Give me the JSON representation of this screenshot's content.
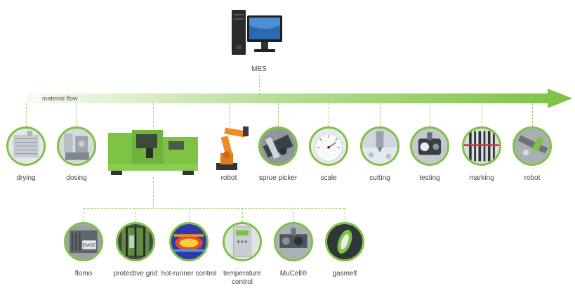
{
  "mes": {
    "label": "MES",
    "icon": "desktop-computer-icon"
  },
  "flow": {
    "label": "material flow",
    "color": "#7dc242"
  },
  "main_steps": [
    {
      "label": "drying",
      "icon": "dryer-unit-icon"
    },
    {
      "label": "dosing",
      "icon": "dosing-unit-icon"
    },
    {
      "label": "",
      "icon": "injection-molding-machine-icon"
    },
    {
      "label": "robot",
      "icon": "industrial-robot-arm-icon"
    },
    {
      "label": "sprue picker",
      "icon": "sprue-picker-icon"
    },
    {
      "label": "scale",
      "icon": "scale-dial-icon"
    },
    {
      "label": "cutting",
      "icon": "cutting-tool-icon"
    },
    {
      "label": "testing",
      "icon": "testing-device-icon"
    },
    {
      "label": "marking",
      "icon": "laser-marking-icon"
    },
    {
      "label": "robot",
      "icon": "robot-gripper-icon"
    }
  ],
  "machine_options": [
    {
      "label": "flomo",
      "icon": "flomo-unit-icon"
    },
    {
      "label": "protective grid",
      "icon": "protective-grid-icon"
    },
    {
      "label": "hot-runner control",
      "icon": "thermal-image-icon"
    },
    {
      "label": "temperature control",
      "icon": "temperature-control-unit-icon"
    },
    {
      "label": "MuCell®",
      "icon": "mucell-unit-icon"
    },
    {
      "label": "gasmelt",
      "icon": "gasmelt-nozzle-icon"
    }
  ]
}
